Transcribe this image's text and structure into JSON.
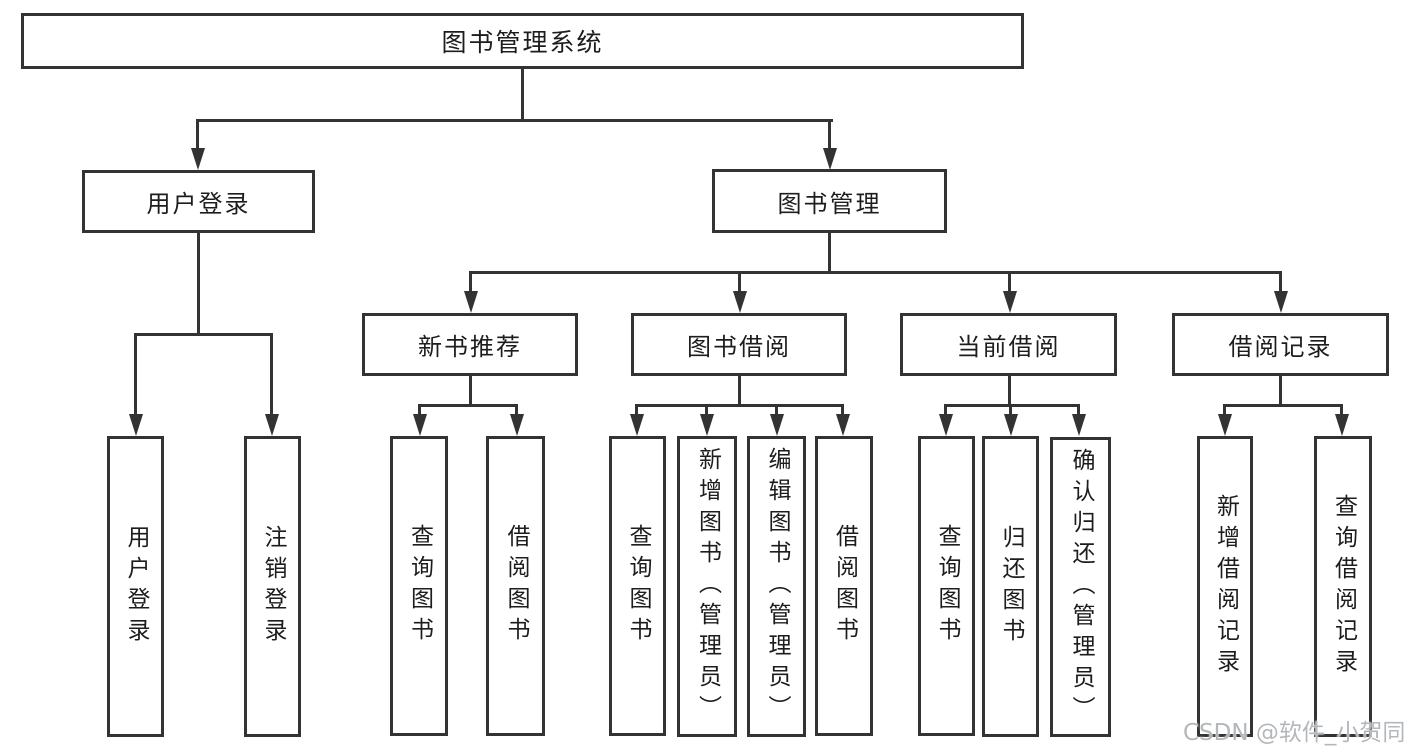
{
  "colors": {
    "line": "#333333",
    "text": "#1d1d1d",
    "box_bg": "#ffffff",
    "background": "#ffffff",
    "watermark": "#b4b8bb"
  },
  "watermark": {
    "text": "CSDN @软件_小贺同学"
  },
  "tree": {
    "label": "图书管理系统",
    "children": [
      {
        "label": "用户登录",
        "children": [
          {
            "label": "用户登录"
          },
          {
            "label": "注销登录"
          }
        ]
      },
      {
        "label": "图书管理",
        "children": [
          {
            "label": "新书推荐",
            "children": [
              {
                "label": "查询图书"
              },
              {
                "label": "借阅图书"
              }
            ]
          },
          {
            "label": "图书借阅",
            "children": [
              {
                "label": "查询图书"
              },
              {
                "label": "新增图书（管理员）"
              },
              {
                "label": "编辑图书（管理员）"
              },
              {
                "label": "借阅图书"
              }
            ]
          },
          {
            "label": "当前借阅",
            "children": [
              {
                "label": "查询图书"
              },
              {
                "label": "归还图书"
              },
              {
                "label": "确认归还（管理员）"
              }
            ]
          },
          {
            "label": "借阅记录",
            "children": [
              {
                "label": "新增借阅记录"
              },
              {
                "label": "查询借阅记录"
              }
            ]
          }
        ]
      }
    ]
  }
}
